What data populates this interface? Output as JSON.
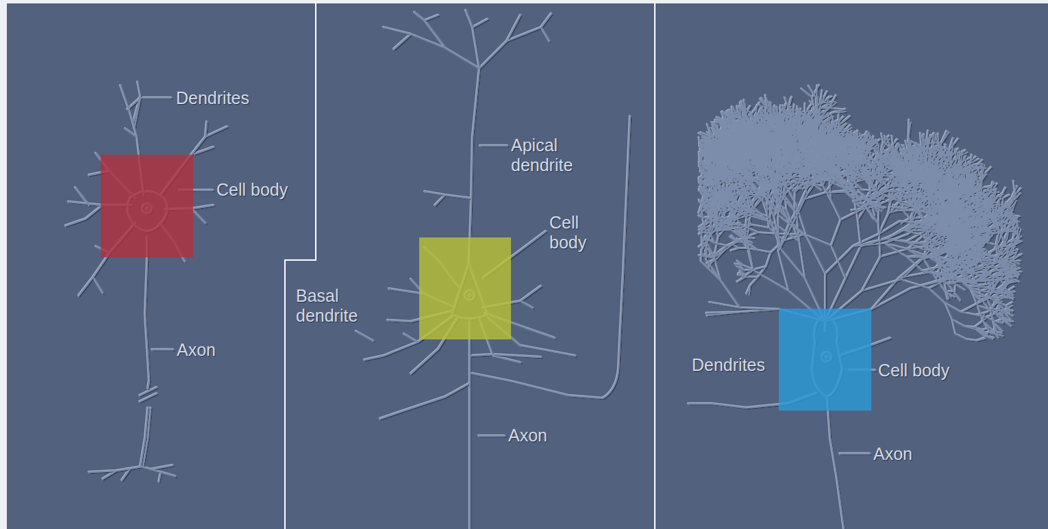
{
  "diagram": {
    "labels": [
      "Dendrites",
      "Cell body",
      "Axon",
      "Apical dendrite",
      "Cell body",
      "Basal dendrite",
      "Axon",
      "Dendrites",
      "Cell body",
      "Axon"
    ]
  }
}
